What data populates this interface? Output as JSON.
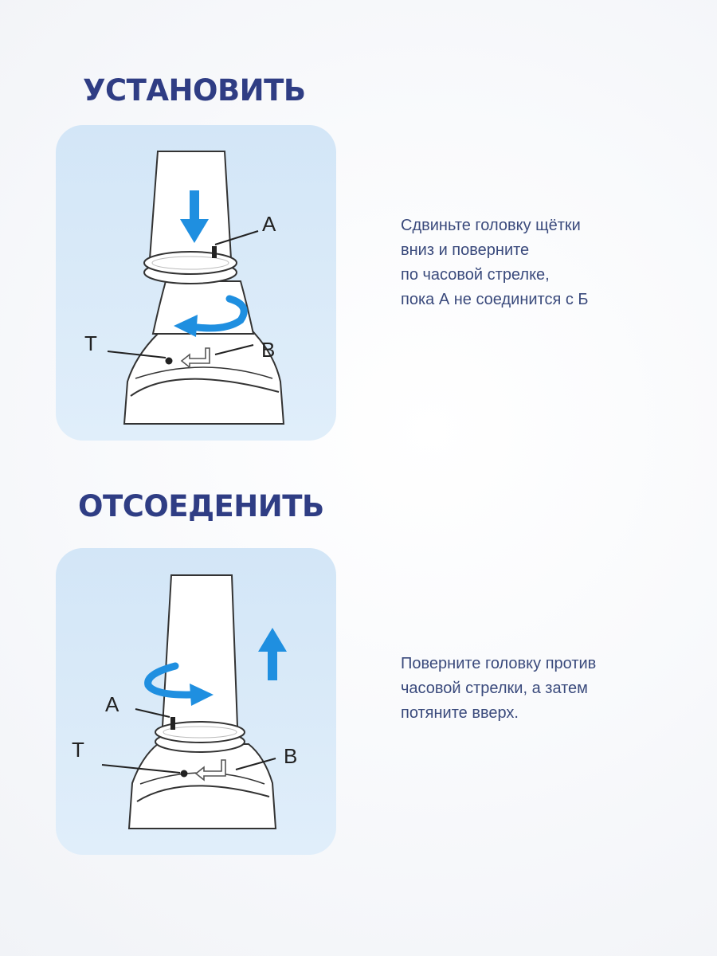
{
  "section_install": {
    "title": "УСТАНОВИТЬ",
    "label_a": "A",
    "label_t": "T",
    "label_b": "B",
    "description": [
      "Сдвиньте головку щётки",
      "вниз и поверните",
      "по часовой стрелке,",
      "пока А не соединится с Б"
    ]
  },
  "section_detach": {
    "title": "ОТСОЕДЕНИТЬ",
    "label_a": "A",
    "label_t": "T",
    "label_b": "B",
    "description": [
      "Поверните головку против",
      "часовой стрелки, а затем",
      "потяните вверх."
    ]
  },
  "colors": {
    "heading": "#2f3d84",
    "text": "#3a4a7c",
    "panel": "#d9e9f8",
    "arrow": "#1f8fe0"
  },
  "icons": [
    "arrow-down-icon",
    "rotate-clockwise-icon",
    "arrow-up-icon",
    "rotate-counterclockwise-icon"
  ]
}
